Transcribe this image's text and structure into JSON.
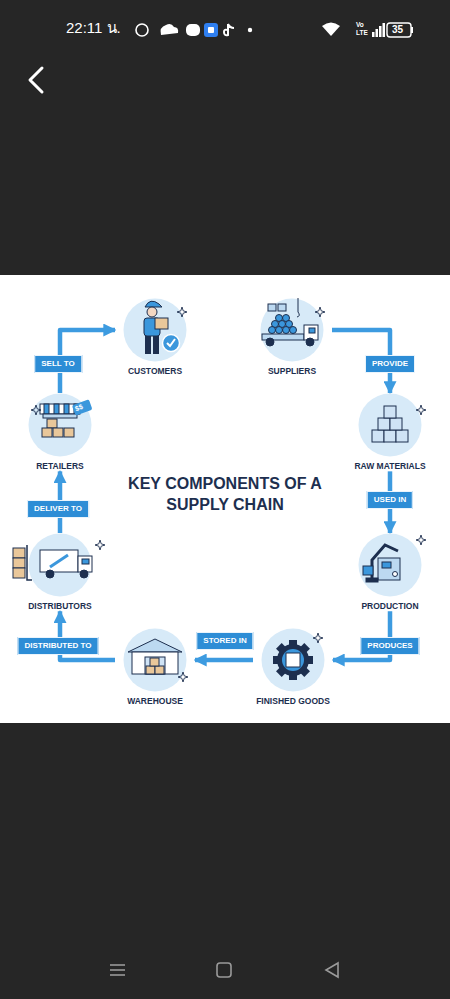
{
  "diagram": {
    "title": "KEY COMPONENTS OF A SUPPLY CHAIN",
    "nodes": [
      {
        "text": [
          "SUPPLIERS"
        ]
      },
      {
        "text": [
          "RAW MATERIALS"
        ]
      },
      {
        "text": [
          "PRODUCTION"
        ]
      },
      {
        "text": [
          "FINISHED GOODS"
        ]
      },
      {
        "text": [
          "WAREHOUSE"
        ]
      },
      {
        "text": [
          "DISTRIBUTORS"
        ]
      },
      {
        "text": [
          "RETAILERS"
        ]
      },
      {
        "text": [
          "CUSTOMERS"
        ]
      }
    ],
    "edges": [
      {
        "from": 0,
        "to": 1,
        "label": "PROVIDE",
        "arrow": "to"
      },
      {
        "from": 1,
        "to": 2,
        "label": "USED IN",
        "arrow": "to"
      },
      {
        "from": 2,
        "to": 3,
        "label": "PRODUCES",
        "arrow": "to"
      },
      {
        "from": 3,
        "to": 4,
        "label": "STORED IN",
        "arrow": "to"
      },
      {
        "from": 4,
        "to": 5,
        "label": "DISTRIBUTED TO",
        "arrow": "to"
      },
      {
        "from": 5,
        "to": 6,
        "label": "DELIVER TO",
        "arrow": "to"
      },
      {
        "from": 6,
        "to": 7,
        "label": "SELL TO",
        "arrow": "to"
      }
    ],
    "labels": [
      "22:11 น.",
      "Vo",
      "LTE",
      "35",
      "$$"
    ]
  }
}
